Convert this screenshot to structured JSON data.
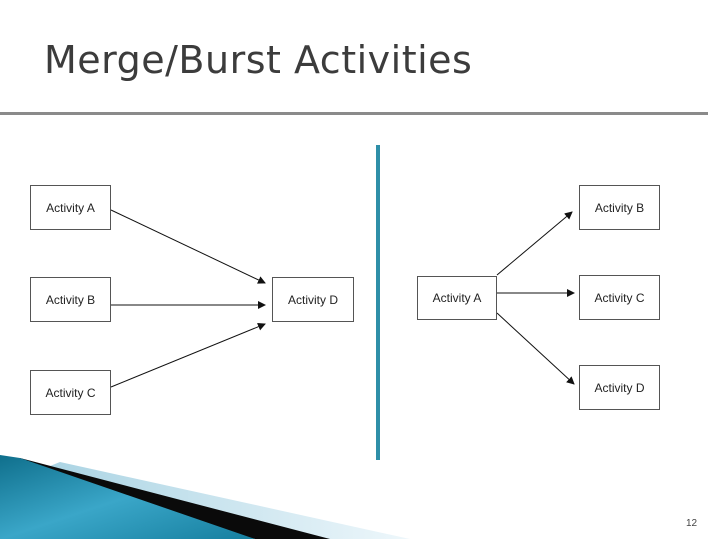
{
  "title": "Merge/Burst Activities",
  "page_number": "12",
  "colors": {
    "divider": "#2e8fa8",
    "accent": "#1e8fb0",
    "title": "#3c3c3c"
  },
  "merge": {
    "sources": [
      "Activity A",
      "Activity B",
      "Activity C"
    ],
    "target": "Activity D"
  },
  "burst": {
    "source": "Activity A",
    "targets": [
      "Activity B",
      "Activity C",
      "Activity D"
    ]
  }
}
